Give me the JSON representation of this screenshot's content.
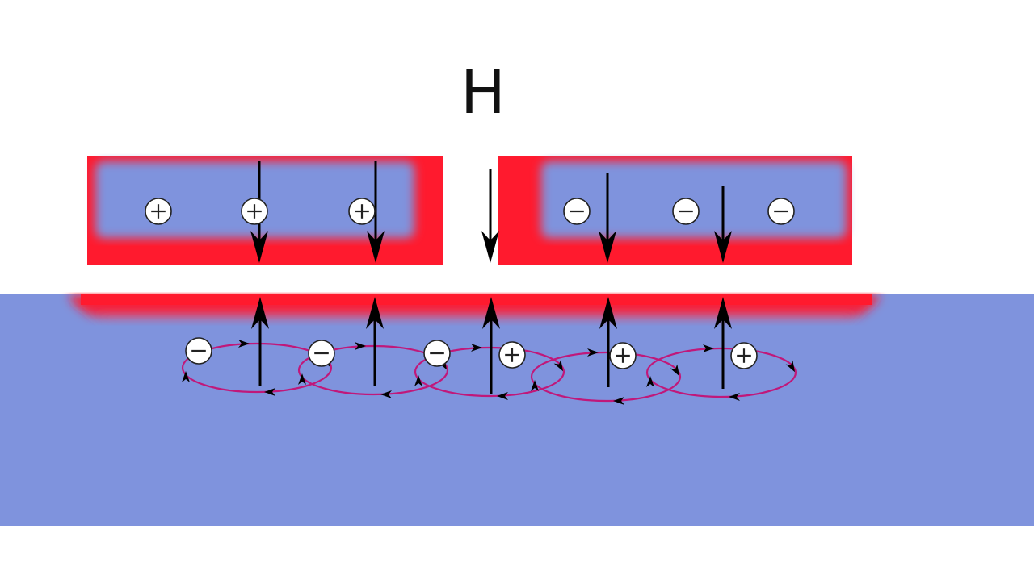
{
  "diagram": {
    "field_label": "H",
    "colors": {
      "background": "#ffffff",
      "base": "#7f93dd",
      "induced": "#ff1a2e",
      "loop": "#c0187a",
      "arrow": "#000000"
    },
    "left_plate_charges": [
      "+",
      "+",
      "+"
    ],
    "right_plate_charges": [
      "−",
      "−",
      "−"
    ],
    "substrate_charges": [
      "−",
      "−",
      "−",
      "+",
      "+",
      "+"
    ],
    "icons": {
      "positive_charge": "plus-in-circle",
      "negative_charge": "minus-in-circle",
      "field_arrow": "arrow",
      "current_loop": "ellipse-with-arrowheads"
    }
  }
}
